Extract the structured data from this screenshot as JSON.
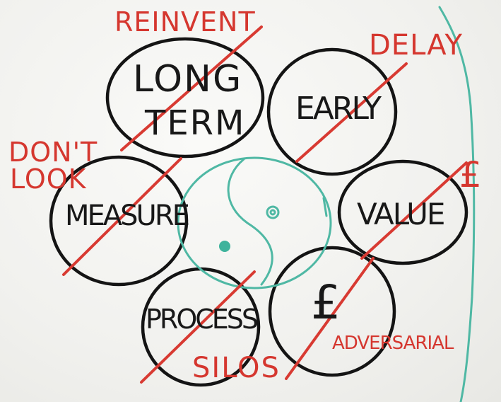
{
  "whiteboard": {
    "ink": {
      "black": "#181818",
      "red": "#d5372f",
      "teal": "#4fb8a4"
    },
    "circles": [
      {
        "id": "long-term",
        "line1": "LONG",
        "line2": "TERM",
        "red_note": "REINVENT",
        "crossed_out": true
      },
      {
        "id": "early",
        "text": "EARLY",
        "red_note": "DELAY",
        "crossed_out": true
      },
      {
        "id": "measure",
        "text": "MEASURE",
        "red_note_line1": "DON'T",
        "red_note_line2": "LOOK",
        "crossed_out": true
      },
      {
        "id": "value",
        "text": "VALUE",
        "red_note": "£",
        "crossed_out": true
      },
      {
        "id": "process",
        "text": "PROCESS",
        "red_note": "SILOS",
        "crossed_out": true
      },
      {
        "id": "money",
        "text": "£",
        "red_note": "ADVERSARIAL",
        "crossed_out": true
      }
    ],
    "center": {
      "symbol": "yin-yang",
      "color": "teal"
    }
  }
}
